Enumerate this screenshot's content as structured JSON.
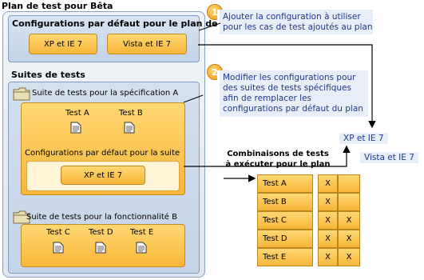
{
  "title": "Plan de test pour Bêta",
  "default_configs": {
    "title": "Configurations par défaut pour le plan de test",
    "items": [
      "XP et IE 7",
      "Vista et IE 7"
    ]
  },
  "suites": {
    "title": "Suites de tests",
    "spec_suite": {
      "name": "Suite de tests pour la spécification A",
      "tests": [
        "Test A",
        "Test B"
      ],
      "config_title": "Configurations par défaut pour la suite",
      "config": "XP et IE 7"
    },
    "feature_suite": {
      "name": "Suite de tests pour la fonctionnalité B",
      "tests": [
        "Test C",
        "Test D",
        "Test E"
      ]
    }
  },
  "callouts": [
    {
      "number": "1",
      "text_lines": [
        "Ajouter la configuration à utiliser",
        "pour les cas de test ajoutés au plan"
      ]
    },
    {
      "number": "2",
      "text_lines": [
        "Modifier les configurations pour",
        "des suites de tests spécifiques",
        "afin de remplacer les",
        "configurations par défaut du plan"
      ]
    }
  ],
  "combinations": {
    "title_lines": [
      "Combinaisons de tests",
      "à exécuter pour le plan"
    ],
    "config_labels": [
      "XP et IE 7",
      "Vista et IE 7"
    ],
    "rows": [
      {
        "test": "Test A",
        "xp": "X",
        "vista": ""
      },
      {
        "test": "Test B",
        "xp": "X",
        "vista": ""
      },
      {
        "test": "Test C",
        "xp": "X",
        "vista": "X"
      },
      {
        "test": "Test D",
        "xp": "X",
        "vista": "X"
      },
      {
        "test": "Test E",
        "xp": "X",
        "vista": "X"
      }
    ]
  },
  "colors": {
    "accent_orange": "#f7b63a",
    "callout_text": "#22378a",
    "panel_blue": "#c5d4e8"
  }
}
